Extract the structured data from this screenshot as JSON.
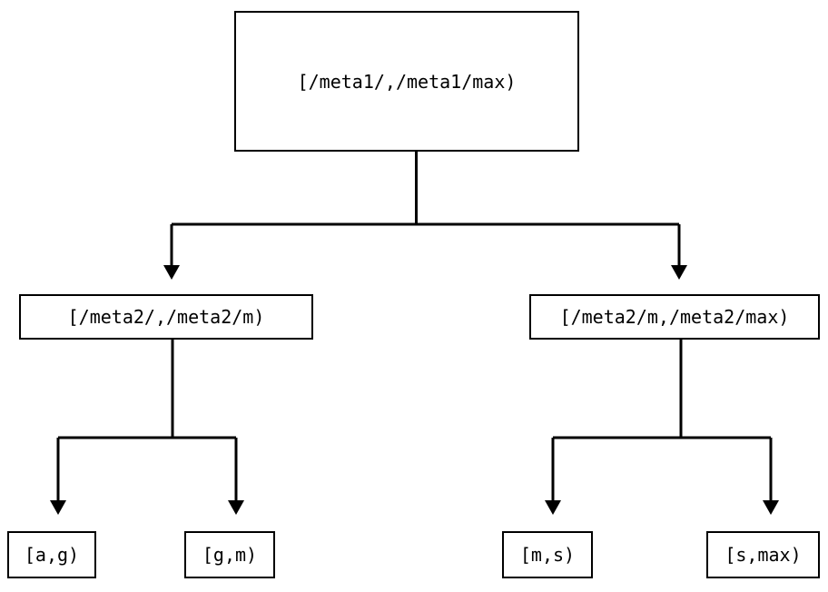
{
  "diagram": {
    "type": "tree",
    "title": "",
    "background_color": "#ffffff",
    "stroke_color": "#000000",
    "text_color": "#000000",
    "nodes": {
      "root": {
        "label": "[/meta1/,/meta1/max)"
      },
      "level2": [
        {
          "label": "[/meta2/,/meta2/m)"
        },
        {
          "label": "[/meta2/m,/meta2/max)"
        }
      ],
      "leaves": [
        {
          "label": "[a,g)"
        },
        {
          "label": "[g,m)"
        },
        {
          "label": "[m,s)"
        },
        {
          "label": "[s,max)"
        }
      ]
    },
    "edges": [
      {
        "from": "root",
        "to": "level2-left",
        "arrow": "down"
      },
      {
        "from": "root",
        "to": "level2-right",
        "arrow": "down"
      },
      {
        "from": "level2-left",
        "to": "leaf-a-g",
        "arrow": "down"
      },
      {
        "from": "level2-left",
        "to": "leaf-g-m",
        "arrow": "down"
      },
      {
        "from": "level2-right",
        "to": "leaf-m-s",
        "arrow": "down"
      },
      {
        "from": "level2-right",
        "to": "leaf-s-max",
        "arrow": "down"
      }
    ]
  }
}
